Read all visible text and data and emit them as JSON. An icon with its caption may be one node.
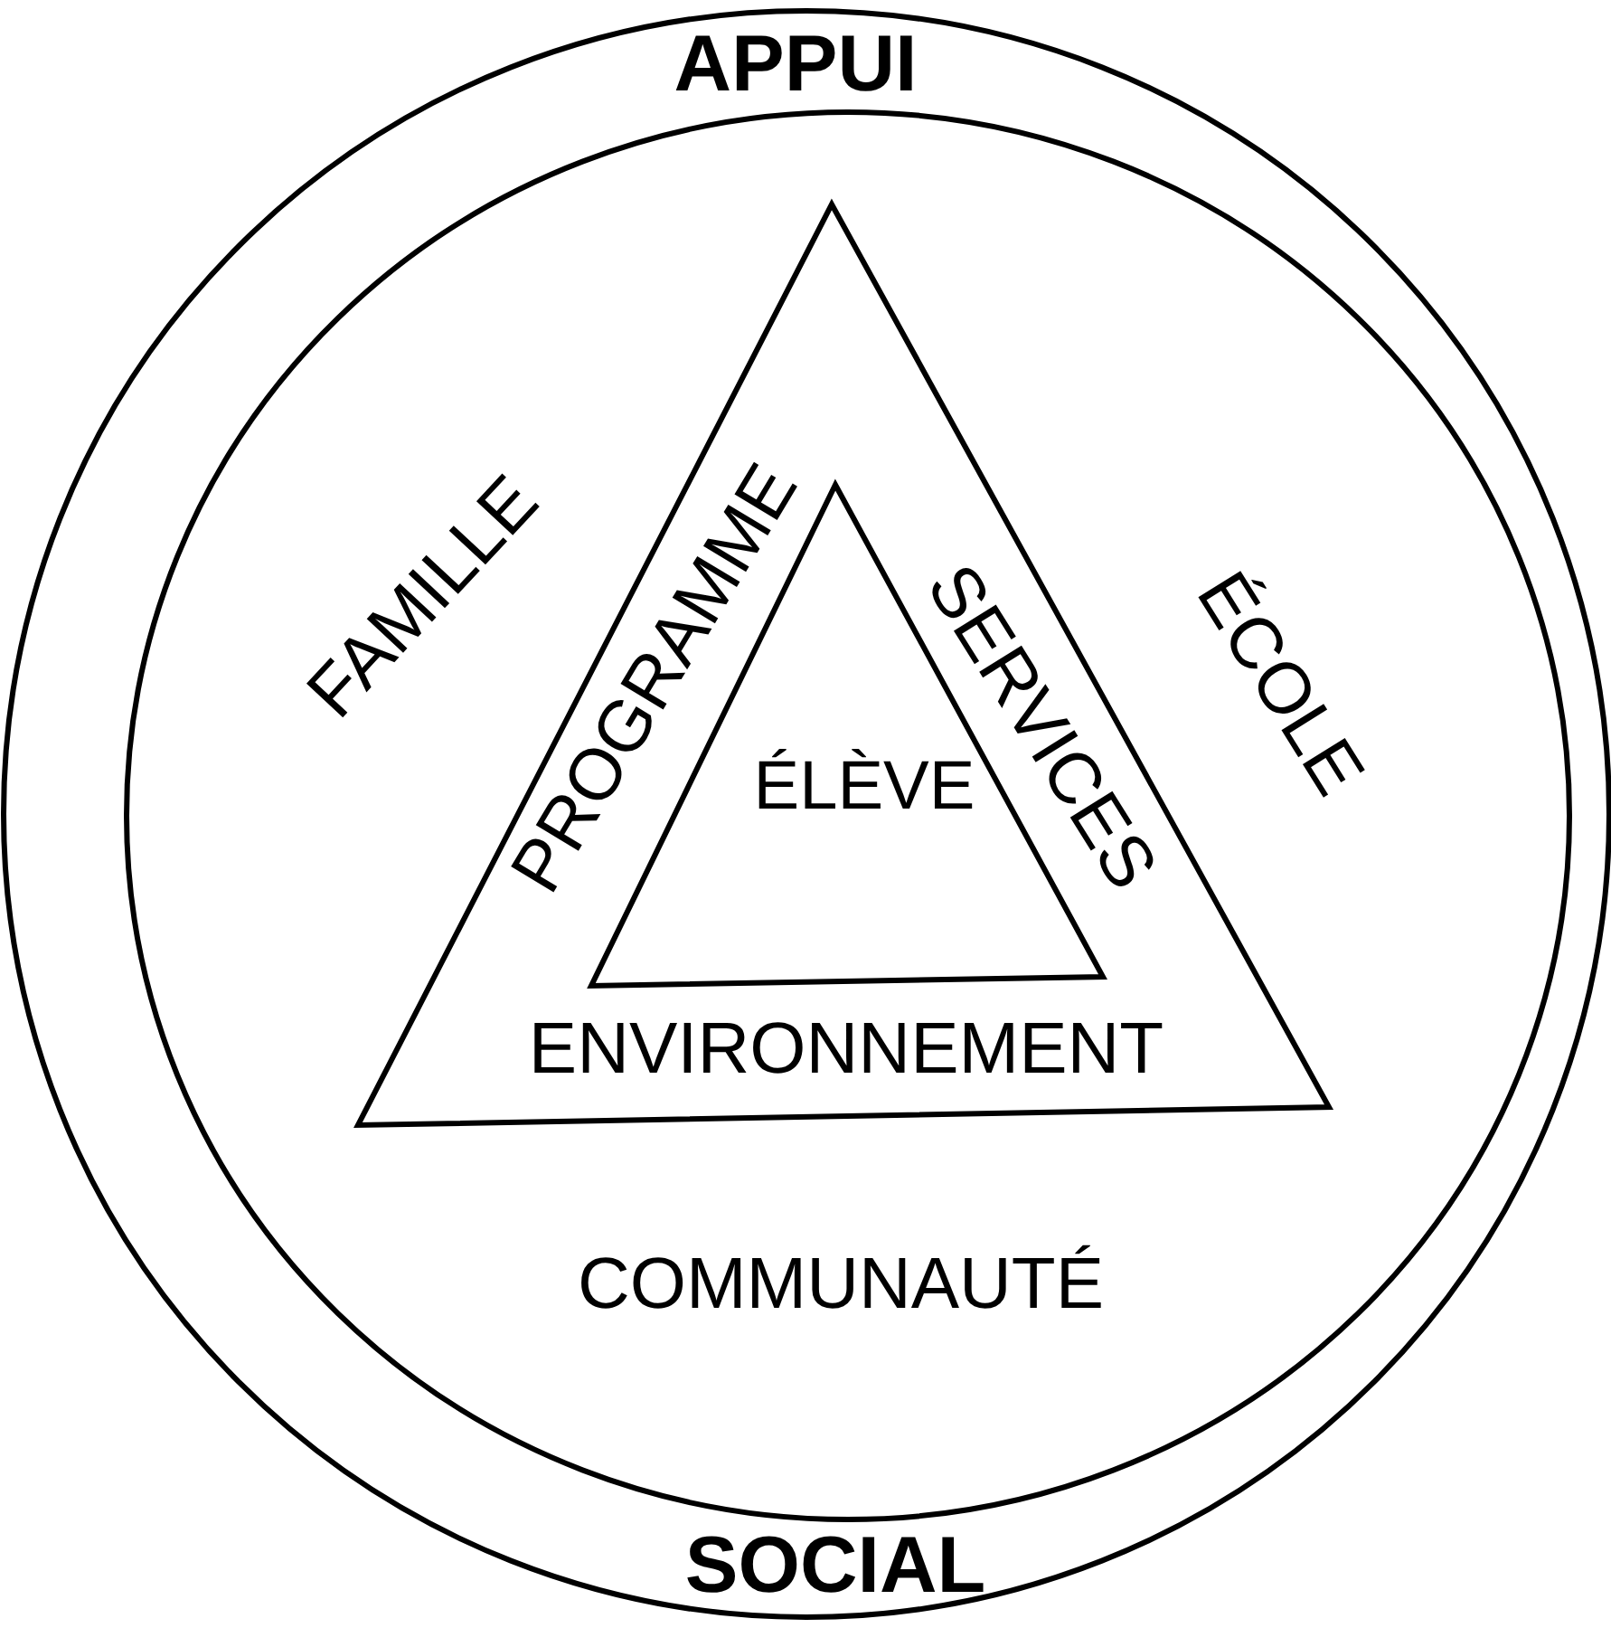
{
  "diagram": {
    "nodes": [
      {
        "text": [
          "APPUI",
          "SOCIAL"
        ]
      },
      {
        "text": [
          "FAMILLE",
          "ÉCOLE",
          "COMMUNAUTÉ"
        ],
        "in": 0
      },
      {
        "text": [
          "PROGRAMME",
          "SERVICES",
          "ENVIRONNEMENT"
        ],
        "in": 1
      },
      {
        "text": [
          "ÉLÈVE"
        ],
        "in": 2
      }
    ]
  }
}
